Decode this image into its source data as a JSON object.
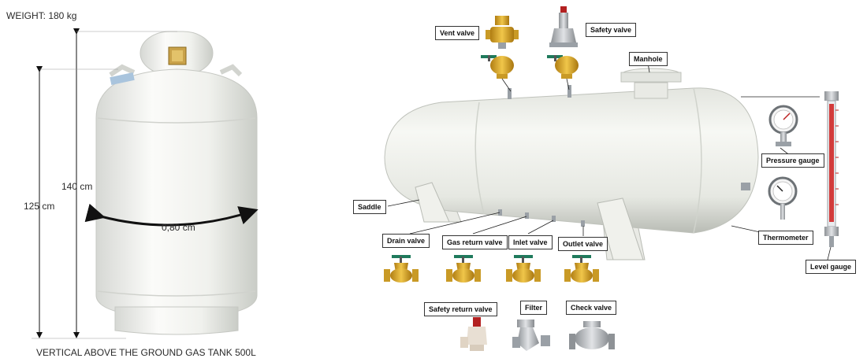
{
  "left_panel": {
    "weight": "WEIGHT: 180 kg",
    "height_total": "140 cm",
    "height_body": "125 cm",
    "diameter": "0,80 cm",
    "caption": "VERTICAL ABOVE THE GROUND GAS TANK 500L"
  },
  "right_panel": {
    "labels": {
      "vent_valve": "Vent valve",
      "safety_valve": "Safety valve",
      "manhole": "Manhole",
      "pressure_gauge": "Pressure gauge",
      "thermometer": "Thermometer",
      "level_gauge": "Level gauge",
      "saddle": "Saddle",
      "drain_valve": "Drain valve",
      "gas_return_valve": "Gas return valve",
      "inlet_valve": "Inlet valve",
      "outlet_valve": "Outlet valve",
      "safety_return_valve": "Safety return valve",
      "filter": "Filter",
      "check_valve": "Check valve"
    }
  },
  "colors": {
    "tank_white": "#f3f4f0",
    "tank_shadow": "#cfd2cc",
    "valve_brass": "#d9a82a",
    "valve_handle_green": "#1f7a5c",
    "steel": "#b9bcc0",
    "label_border": "#333333"
  }
}
